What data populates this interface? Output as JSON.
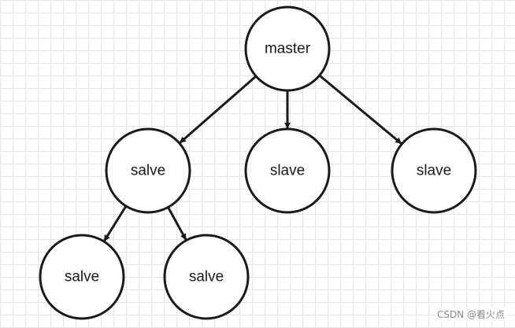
{
  "diagram": {
    "type": "tree",
    "nodes": [
      {
        "id": "master",
        "label": "master"
      },
      {
        "id": "n1",
        "label": "salve"
      },
      {
        "id": "n2",
        "label": "slave"
      },
      {
        "id": "n3",
        "label": "slave"
      },
      {
        "id": "n4",
        "label": "salve"
      },
      {
        "id": "n5",
        "label": "salve"
      }
    ],
    "edges": [
      {
        "from": "master",
        "to": "n1"
      },
      {
        "from": "master",
        "to": "n2"
      },
      {
        "from": "master",
        "to": "n3"
      },
      {
        "from": "n1",
        "to": "n4"
      },
      {
        "from": "n1",
        "to": "n5"
      }
    ],
    "colors": {
      "stroke": "#1a1a1a",
      "fill": "#ffffff",
      "grid": "#e4e4e4"
    }
  },
  "watermark": "CSDN @看火点"
}
